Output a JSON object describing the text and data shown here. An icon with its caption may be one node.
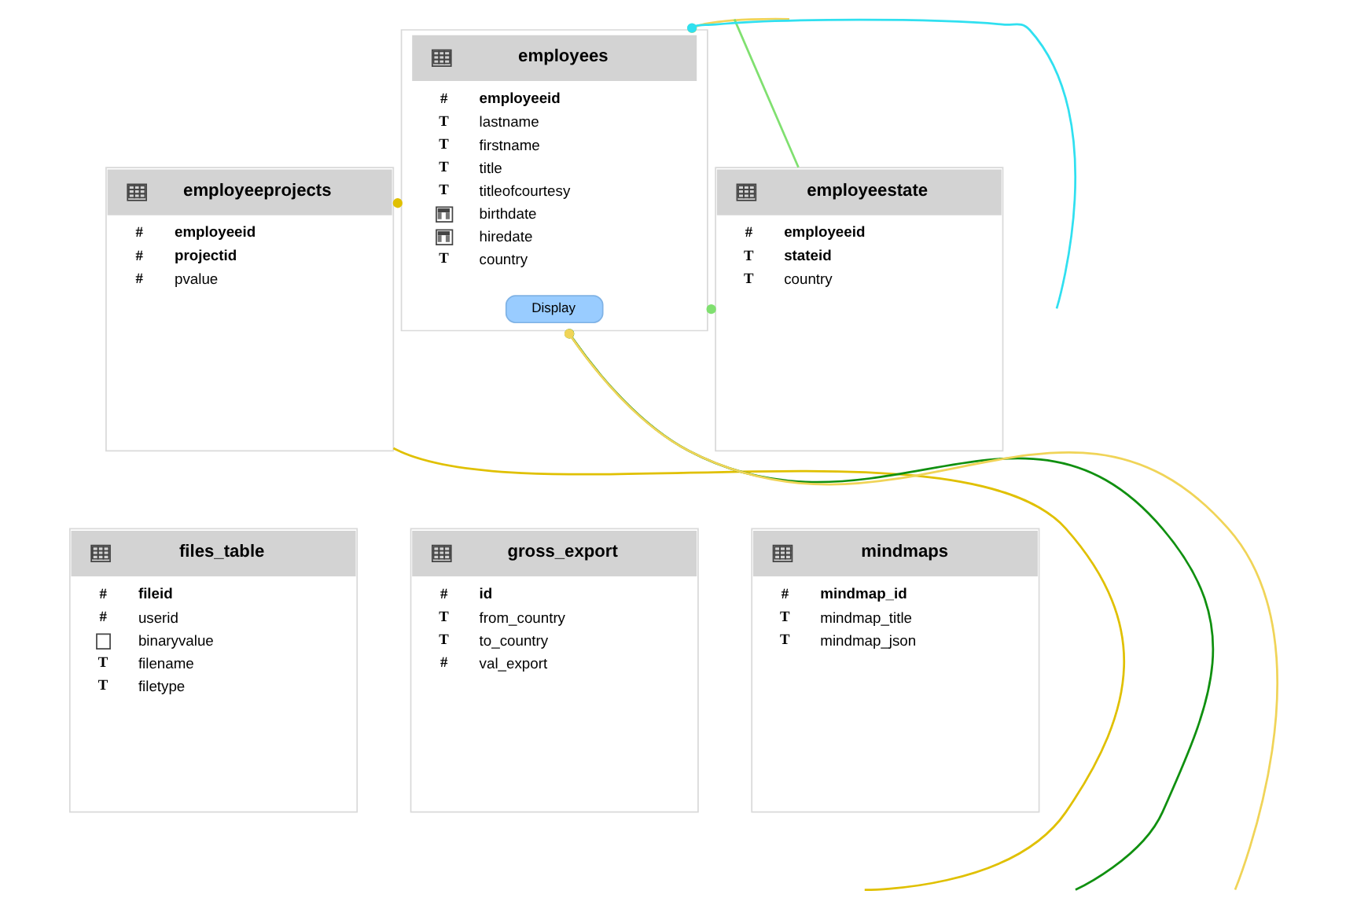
{
  "diagram": {
    "nodes": [
      {
        "text": [
          "employeeprojects",
          "#",
          "employeeid",
          "#",
          "projectid",
          "#",
          "pvalue"
        ]
      },
      {
        "text": [
          "employees",
          "#",
          "employeeid",
          "T",
          "lastname",
          "T",
          "firstname",
          "T",
          "title",
          "T",
          "titleofcourtesy",
          "birthdate",
          "hiredate",
          "T",
          "country"
        ]
      },
      {
        "text": [
          "Display"
        ],
        "in": 1
      },
      {
        "text": [
          "employeestate",
          "#",
          "employeeid",
          "T",
          "stateid",
          "T",
          "country"
        ]
      },
      {
        "text": [
          "files_table",
          "#",
          "fileid",
          "#",
          "userid",
          "binaryvalue",
          "T",
          "filename",
          "T",
          "filetype"
        ]
      },
      {
        "text": [
          "gross_export",
          "#",
          "id",
          "T",
          "from_country",
          "T",
          "to_country",
          "#",
          "val_export"
        ]
      },
      {
        "text": [
          "mindmaps",
          "#",
          "mindmap_id",
          "T",
          "mindmap_title",
          "T",
          "mindmap_json"
        ]
      }
    ],
    "edges": [
      {
        "from": 0,
        "to": 1,
        "arrow": "other",
        "color": "#e0c000"
      },
      {
        "from": null,
        "to": 1,
        "arrow": "other",
        "color": "#f0d458"
      },
      {
        "from": 0,
        "to": null,
        "arrow": "none",
        "color": "#e0c000"
      },
      {
        "from": null,
        "to": 3,
        "arrow": "none",
        "color": "#80e070"
      },
      {
        "from": 3,
        "to": 1,
        "arrow": "other",
        "color": "#80e070"
      },
      {
        "from": null,
        "to": 1,
        "arrow": "other",
        "color": "#109010"
      },
      {
        "from": null,
        "to": 1,
        "arrow": "other",
        "color": "#30e0f0"
      },
      {
        "from": null,
        "to": 1,
        "arrow": "other",
        "color": "#f0d458"
      }
    ]
  }
}
